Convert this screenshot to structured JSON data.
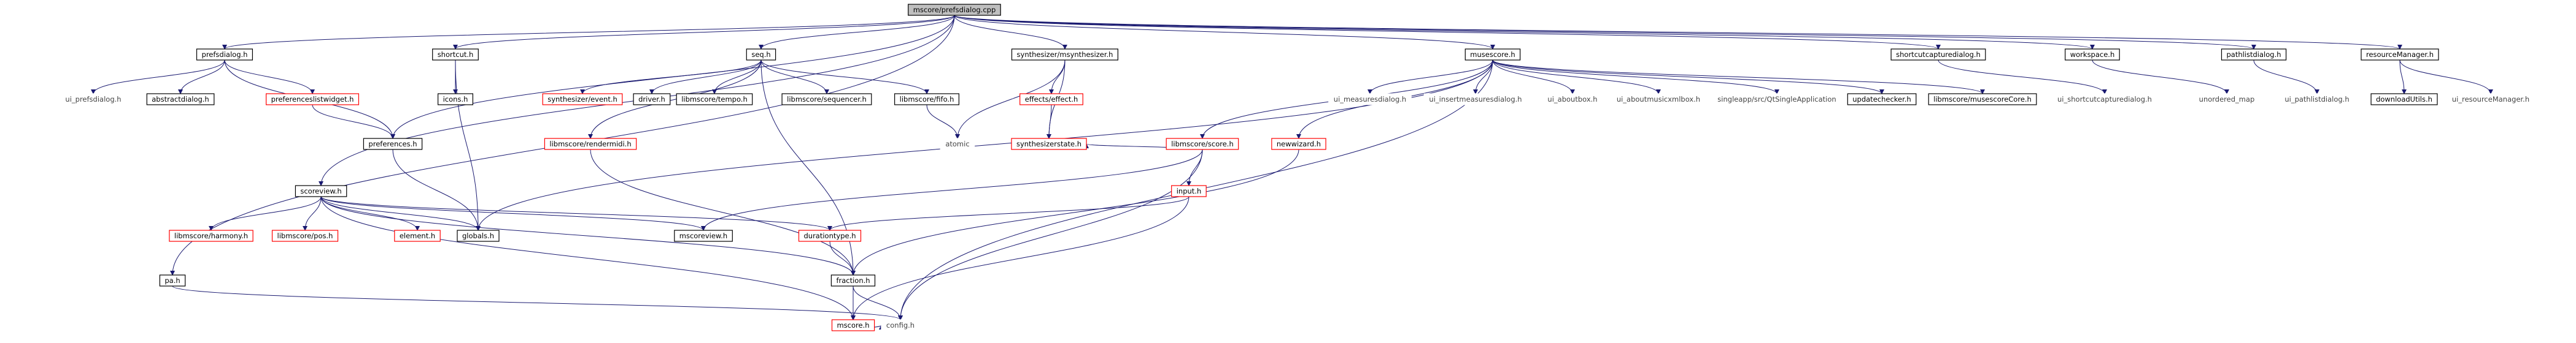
{
  "colors": {
    "edge": "#191970",
    "root_fill": "#bfbfbf",
    "box_border": "#000000",
    "incomplete_border": "#ff0000",
    "background": "#ffffff"
  },
  "nodes": [
    {
      "id": "root",
      "label": "mscore/prefsdialog.cpp",
      "style": "root"
    },
    {
      "id": "prefsdialog_h",
      "label": "prefsdialog.h",
      "style": "normal"
    },
    {
      "id": "shortcut_h",
      "label": "shortcut.h",
      "style": "normal"
    },
    {
      "id": "seq_h",
      "label": "seq.h",
      "style": "normal"
    },
    {
      "id": "msynth_h",
      "label": "synthesizer/msynthesizer.h",
      "style": "normal"
    },
    {
      "id": "musescore_h",
      "label": "musescore.h",
      "style": "normal"
    },
    {
      "id": "shortcutcapturedialog_h",
      "label": "shortcutcapturedialog.h",
      "style": "normal"
    },
    {
      "id": "workspace_h",
      "label": "workspace.h",
      "style": "normal"
    },
    {
      "id": "pathlistdialog_h",
      "label": "pathlistdialog.h",
      "style": "normal"
    },
    {
      "id": "resourcemanager_h",
      "label": "resourceManager.h",
      "style": "normal"
    },
    {
      "id": "ui_prefsdialog_h",
      "label": "ui_prefsdialog.h",
      "style": "plain"
    },
    {
      "id": "abstractdialog_h",
      "label": "abstractdialog.h",
      "style": "normal"
    },
    {
      "id": "preferenceslistwidget_h",
      "label": "preferenceslistwidget.h",
      "style": "red"
    },
    {
      "id": "icons_h",
      "label": "icons.h",
      "style": "normal"
    },
    {
      "id": "synth_event_h",
      "label": "synthesizer/event.h",
      "style": "red"
    },
    {
      "id": "driver_h",
      "label": "driver.h",
      "style": "normal"
    },
    {
      "id": "tempo_h",
      "label": "libmscore/tempo.h",
      "style": "normal"
    },
    {
      "id": "sequencer_h",
      "label": "libmscore/sequencer.h",
      "style": "normal"
    },
    {
      "id": "fifo_h",
      "label": "libmscore/fifo.h",
      "style": "normal"
    },
    {
      "id": "effect_h",
      "label": "effects/effect.h",
      "style": "red"
    },
    {
      "id": "ui_measuresdialog_h",
      "label": "ui_measuresdialog.h",
      "style": "plain"
    },
    {
      "id": "ui_insertmeasuresdialog_h",
      "label": "ui_insertmeasuresdialog.h",
      "style": "plain"
    },
    {
      "id": "ui_aboutbox_h",
      "label": "ui_aboutbox.h",
      "style": "plain"
    },
    {
      "id": "ui_aboutmusicxmlbox_h",
      "label": "ui_aboutmusicxmlbox.h",
      "style": "plain"
    },
    {
      "id": "singleapp_h",
      "label": "singleapp/src/QtSingleApplication",
      "style": "plain"
    },
    {
      "id": "updatechecker_h",
      "label": "updatechecker.h",
      "style": "normal"
    },
    {
      "id": "musescorecore_h",
      "label": "libmscore/musescoreCore.h",
      "style": "normal"
    },
    {
      "id": "ui_shortcutcapturedialog_h",
      "label": "ui_shortcutcapturedialog.h",
      "style": "plain"
    },
    {
      "id": "unordered_map",
      "label": "unordered_map",
      "style": "plain"
    },
    {
      "id": "ui_pathlistdialog_h",
      "label": "ui_pathlistdialog.h",
      "style": "plain"
    },
    {
      "id": "downloadutils_h",
      "label": "downloadUtils.h",
      "style": "normal"
    },
    {
      "id": "ui_resourcemanager_h",
      "label": "ui_resourceManager.h",
      "style": "plain"
    },
    {
      "id": "preferences_h",
      "label": "preferences.h",
      "style": "normal"
    },
    {
      "id": "rendermidi_h",
      "label": "libmscore/rendermidi.h",
      "style": "red"
    },
    {
      "id": "atomic",
      "label": "atomic",
      "style": "plain"
    },
    {
      "id": "synthesizerstate_h",
      "label": "synthesizerstate.h",
      "style": "red"
    },
    {
      "id": "score_h",
      "label": "libmscore/score.h",
      "style": "red"
    },
    {
      "id": "newwizard_h",
      "label": "newwizard.h",
      "style": "red"
    },
    {
      "id": "input_h",
      "label": "input.h",
      "style": "red"
    },
    {
      "id": "scoreview_h",
      "label": "scoreview.h",
      "style": "normal"
    },
    {
      "id": "harmony_h",
      "label": "libmscore/harmony.h",
      "style": "red"
    },
    {
      "id": "pos_h",
      "label": "libmscore/pos.h",
      "style": "red"
    },
    {
      "id": "element_h",
      "label": "element.h",
      "style": "red"
    },
    {
      "id": "globals_h",
      "label": "globals.h",
      "style": "normal"
    },
    {
      "id": "mscoreview_h",
      "label": "mscoreview.h",
      "style": "normal"
    },
    {
      "id": "durationtype_h",
      "label": "durationtype.h",
      "style": "red"
    },
    {
      "id": "fraction_h",
      "label": "fraction.h",
      "style": "normal"
    },
    {
      "id": "pa_h",
      "label": "pa.h",
      "style": "normal"
    },
    {
      "id": "mscore_h",
      "label": "mscore.h",
      "style": "red"
    },
    {
      "id": "config_h",
      "label": "config.h",
      "style": "plain"
    }
  ],
  "edges": [
    [
      "root",
      "prefsdialog_h"
    ],
    [
      "root",
      "shortcut_h"
    ],
    [
      "root",
      "seq_h"
    ],
    [
      "root",
      "msynth_h"
    ],
    [
      "root",
      "musescore_h"
    ],
    [
      "root",
      "shortcutcapturedialog_h"
    ],
    [
      "root",
      "workspace_h"
    ],
    [
      "root",
      "pathlistdialog_h"
    ],
    [
      "root",
      "resourcemanager_h"
    ],
    [
      "root",
      "preferences_h"
    ],
    [
      "root",
      "scoreview_h"
    ],
    [
      "root",
      "pa_h"
    ],
    [
      "prefsdialog_h",
      "ui_prefsdialog_h"
    ],
    [
      "prefsdialog_h",
      "abstractdialog_h"
    ],
    [
      "prefsdialog_h",
      "preferenceslistwidget_h"
    ],
    [
      "prefsdialog_h",
      "preferences_h"
    ],
    [
      "preferenceslistwidget_h",
      "preferences_h"
    ],
    [
      "shortcut_h",
      "icons_h"
    ],
    [
      "shortcut_h",
      "globals_h"
    ],
    [
      "seq_h",
      "rendermidi_h"
    ],
    [
      "seq_h",
      "synth_event_h"
    ],
    [
      "seq_h",
      "driver_h"
    ],
    [
      "seq_h",
      "tempo_h"
    ],
    [
      "seq_h",
      "sequencer_h"
    ],
    [
      "seq_h",
      "fifo_h"
    ],
    [
      "seq_h",
      "fraction_h"
    ],
    [
      "fifo_h",
      "atomic"
    ],
    [
      "msynth_h",
      "effect_h"
    ],
    [
      "msynth_h",
      "synthesizerstate_h"
    ],
    [
      "msynth_h",
      "atomic"
    ],
    [
      "effect_h",
      "synthesizerstate_h"
    ],
    [
      "musescore_h",
      "score_h"
    ],
    [
      "musescore_h",
      "newwizard_h"
    ],
    [
      "musescore_h",
      "ui_measuresdialog_h"
    ],
    [
      "musescore_h",
      "ui_insertmeasuresdialog_h"
    ],
    [
      "musescore_h",
      "ui_aboutbox_h"
    ],
    [
      "musescore_h",
      "ui_aboutmusicxmlbox_h"
    ],
    [
      "musescore_h",
      "singleapp_h"
    ],
    [
      "musescore_h",
      "updatechecker_h"
    ],
    [
      "musescore_h",
      "musescorecore_h"
    ],
    [
      "musescore_h",
      "config_h"
    ],
    [
      "musescore_h",
      "globals_h"
    ],
    [
      "score_h",
      "synthesizerstate_h"
    ],
    [
      "score_h",
      "input_h"
    ],
    [
      "score_h",
      "mscoreview_h"
    ],
    [
      "score_h",
      "config_h"
    ],
    [
      "input_h",
      "durationtype_h"
    ],
    [
      "input_h",
      "mscore_h"
    ],
    [
      "newwizard_h",
      "fraction_h"
    ],
    [
      "shortcutcapturedialog_h",
      "ui_shortcutcapturedialog_h"
    ],
    [
      "workspace_h",
      "unordered_map"
    ],
    [
      "pathlistdialog_h",
      "ui_pathlistdialog_h"
    ],
    [
      "resourcemanager_h",
      "downloadutils_h"
    ],
    [
      "resourcemanager_h",
      "ui_resourcemanager_h"
    ],
    [
      "preferences_h",
      "globals_h"
    ],
    [
      "rendermidi_h",
      "fraction_h"
    ],
    [
      "scoreview_h",
      "harmony_h"
    ],
    [
      "scoreview_h",
      "pos_h"
    ],
    [
      "scoreview_h",
      "element_h"
    ],
    [
      "scoreview_h",
      "globals_h"
    ],
    [
      "scoreview_h",
      "mscoreview_h"
    ],
    [
      "scoreview_h",
      "durationtype_h"
    ],
    [
      "scoreview_h",
      "fraction_h"
    ],
    [
      "scoreview_h",
      "mscore_h"
    ],
    [
      "durationtype_h",
      "fraction_h"
    ],
    [
      "fraction_h",
      "mscore_h"
    ],
    [
      "fraction_h",
      "config_h"
    ],
    [
      "mscore_h",
      "config_h"
    ],
    [
      "pa_h",
      "config_h"
    ]
  ]
}
